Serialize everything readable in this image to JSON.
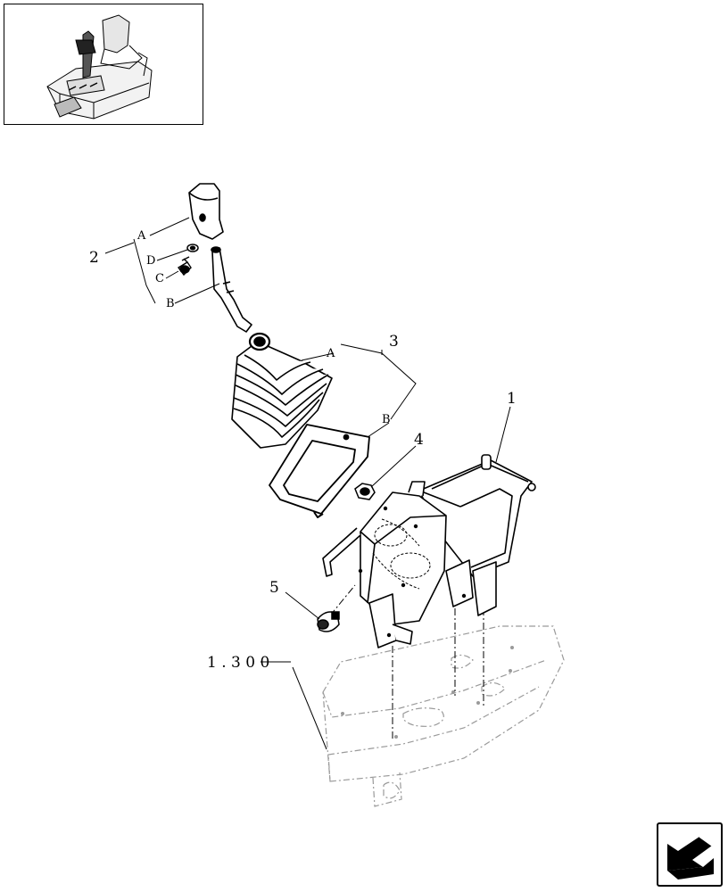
{
  "callouts": {
    "c1": "1",
    "c2": "2",
    "c3": "3",
    "c4": "4",
    "c5": "5",
    "ref": "1 . 3 0 0"
  },
  "sub_labels": {
    "kit2_a": "A",
    "kit2_b": "B",
    "kit2_c": "C",
    "kit2_d": "D",
    "kit3_a": "A",
    "kit3_b": "B"
  },
  "icons": {
    "thumbnail": "machine-overview-thumbnail",
    "nav": "next-page-arrow-icon"
  }
}
